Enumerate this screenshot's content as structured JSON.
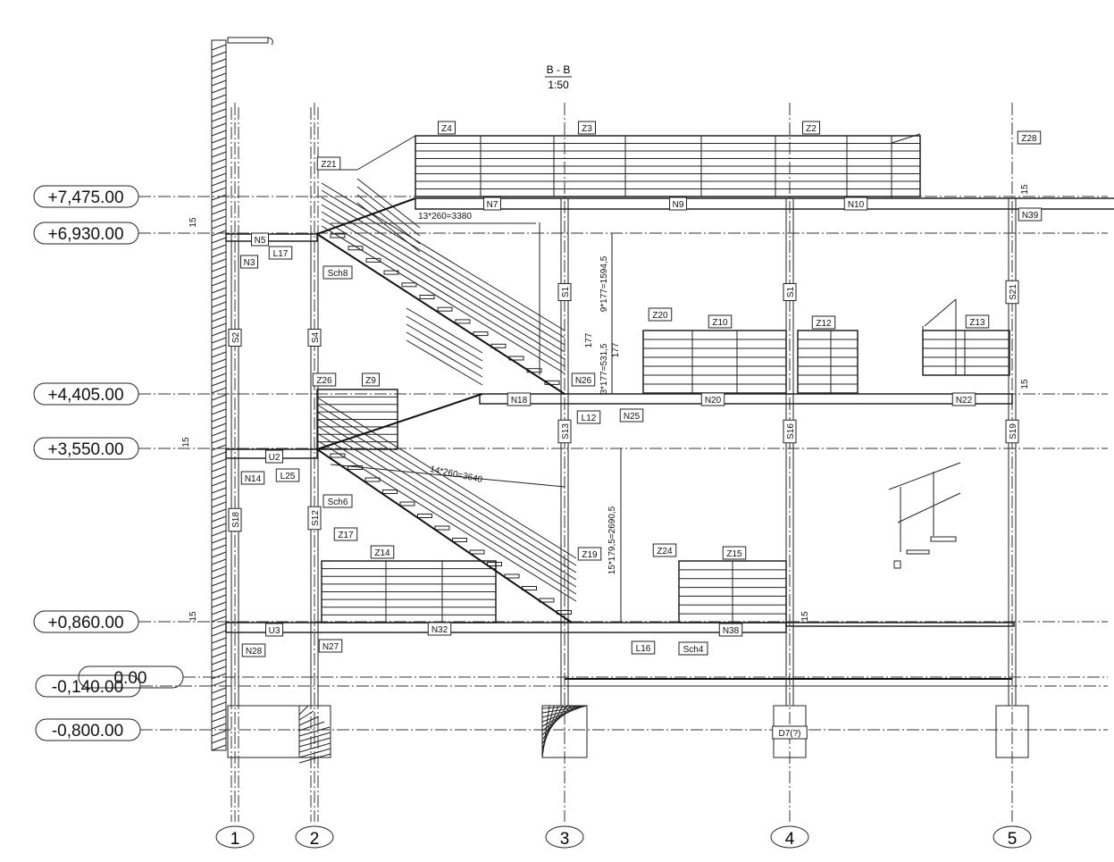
{
  "title": {
    "section": "B - B",
    "scale": "1:50"
  },
  "levels": [
    "+7,475.00",
    "+6,930.00",
    "+4,405.00",
    "+3,550.00",
    "+0,860.00",
    "0.00",
    "-0,140.00",
    "-0,800.00"
  ],
  "grid_axes": [
    "1",
    "2",
    "3",
    "4",
    "5"
  ],
  "tags": [
    "Z4",
    "Z3",
    "Z2",
    "Z28",
    "Z21",
    "N7",
    "N9",
    "N10",
    "N39",
    "N5",
    "L17",
    "N3",
    "Sch8",
    "S1",
    "S1",
    "S21",
    "S2",
    "S4",
    "Z20",
    "Z10",
    "Z12",
    "Z13",
    "Z26",
    "Z9",
    "N26",
    "N18",
    "N20",
    "N22",
    "L12",
    "N25",
    "S13",
    "S16",
    "S19",
    "U2",
    "N14",
    "L25",
    "Sch6",
    "S18",
    "S12",
    "Z17",
    "Z14",
    "Z24",
    "Z15",
    "Z19",
    "U3",
    "N32",
    "N38",
    "N28",
    "N27",
    "L16",
    "Sch4",
    "D7(?)"
  ],
  "dimensions": [
    "13*260=3380",
    "9*177=1594,5",
    "177",
    "177",
    "3*177=531,5",
    "14*260=3640",
    "15*179,5=2690,5",
    "15",
    "15",
    "15",
    "15",
    "15",
    "15"
  ]
}
